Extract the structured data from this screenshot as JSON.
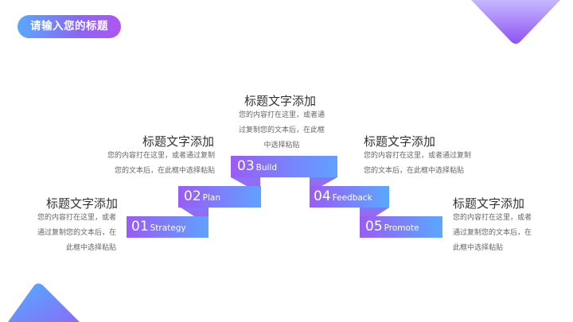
{
  "header": {
    "title": "请输入您的标题"
  },
  "steps": [
    {
      "num": "01",
      "label": "Strategy"
    },
    {
      "num": "02",
      "label": "Plan"
    },
    {
      "num": "03",
      "label": "Build"
    },
    {
      "num": "04",
      "label": "Feedback"
    },
    {
      "num": "05",
      "label": "Promote"
    }
  ],
  "blocks": [
    {
      "title": "标题文字添加",
      "lines": [
        "您的内容打在这里，或者",
        "通过复制您的文本后，在",
        "此框中选择粘贴"
      ]
    },
    {
      "title": "标题文字添加",
      "lines": [
        "您的内容打在这里，或者通过复制",
        "您的文本后，在此框中选择粘贴"
      ]
    },
    {
      "title": "标题文字添加",
      "lines": [
        "您的内容打在这里，或者通",
        "过复制您的文本后，在此框",
        "中选择粘贴"
      ]
    },
    {
      "title": "标题文字添加",
      "lines": [
        "您的内容打在这里，或者通过复制",
        "您的文本后，在此框中选择粘贴"
      ]
    },
    {
      "title": "标题文字添加",
      "lines": [
        "您的内容打在这里，或者",
        "通过复制您的文本后，在",
        "此框中选择粘贴"
      ]
    }
  ],
  "colors": {
    "blue": "#5aa8ff",
    "purple": "#9a5cf5",
    "violet": "#b155f2"
  }
}
